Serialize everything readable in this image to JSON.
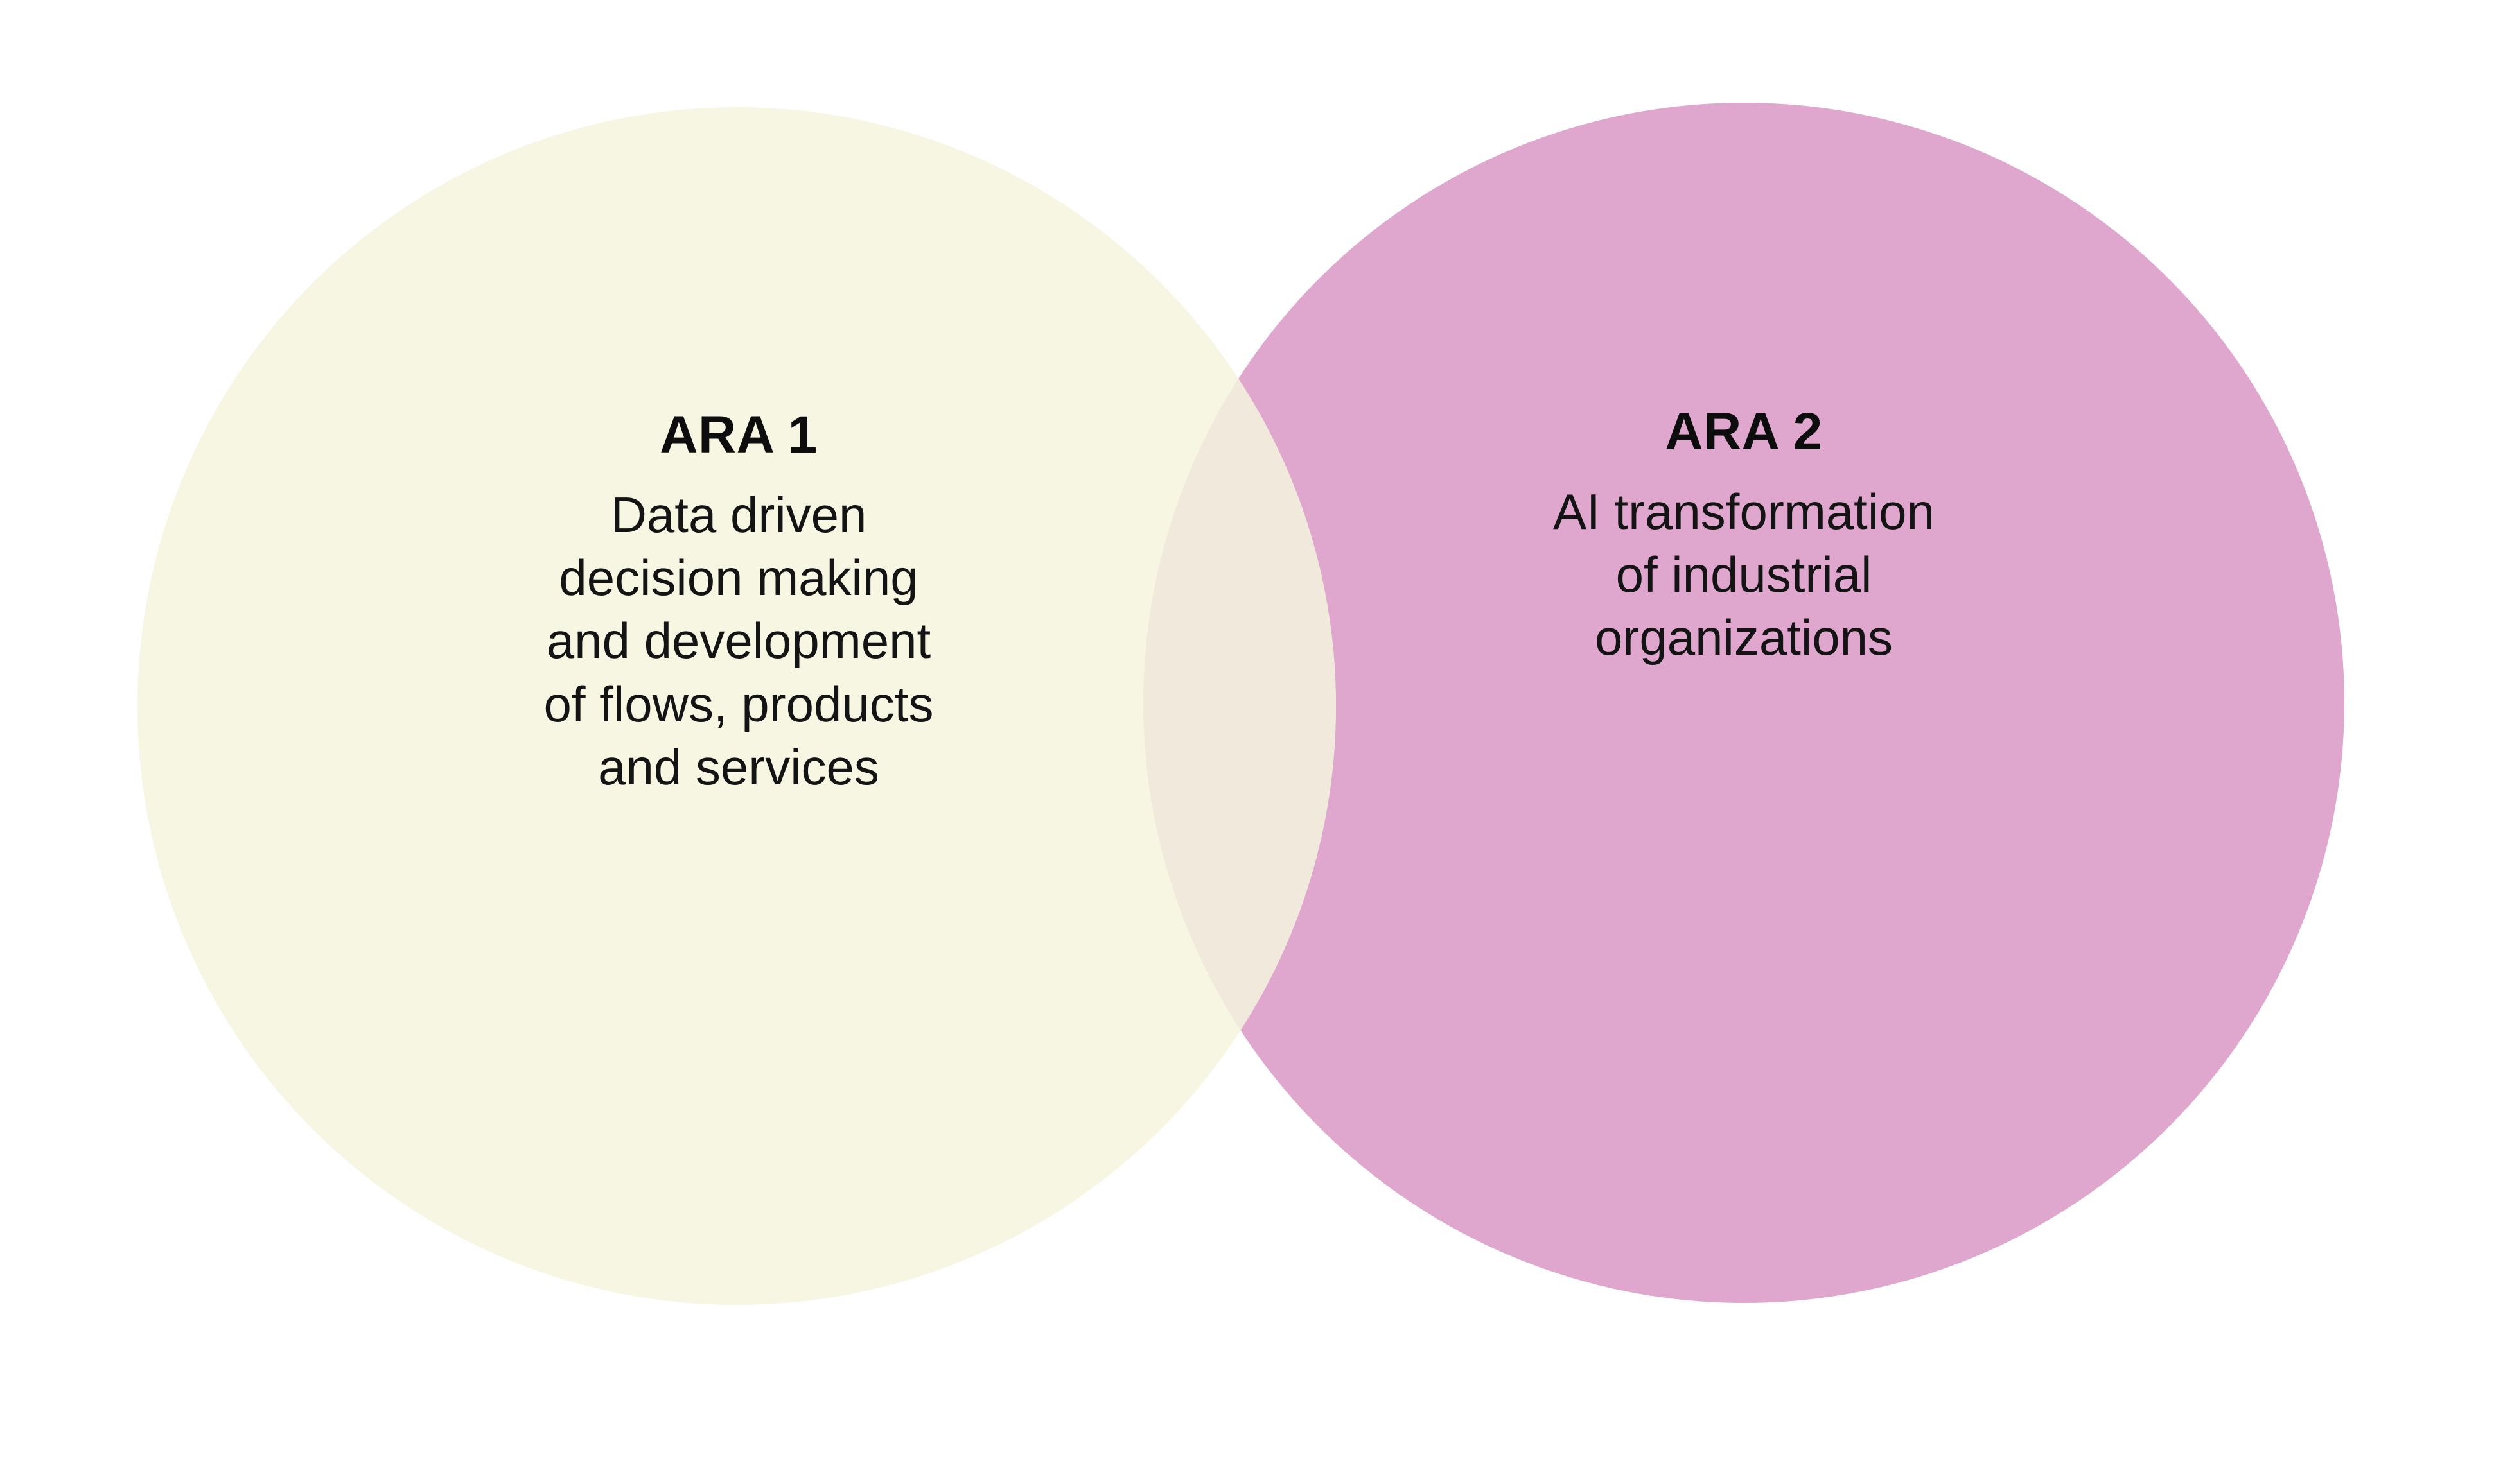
{
  "diagram": {
    "type": "venn",
    "title": "",
    "background_color": "#FFFFFF",
    "overlap_color": "#F0E9DC",
    "sets": [
      {
        "id": "ara-1",
        "title": "ARA 1",
        "color": "#F6F6E2",
        "description_lines": [
          "Data driven",
          "decision making",
          "and development",
          "of flows, products",
          "and services"
        ]
      },
      {
        "id": "ara-2",
        "title": "ARA 2",
        "color": "#DFA7CE",
        "description_lines": [
          "AI transformation",
          "of industrial",
          "organizations"
        ]
      }
    ]
  }
}
